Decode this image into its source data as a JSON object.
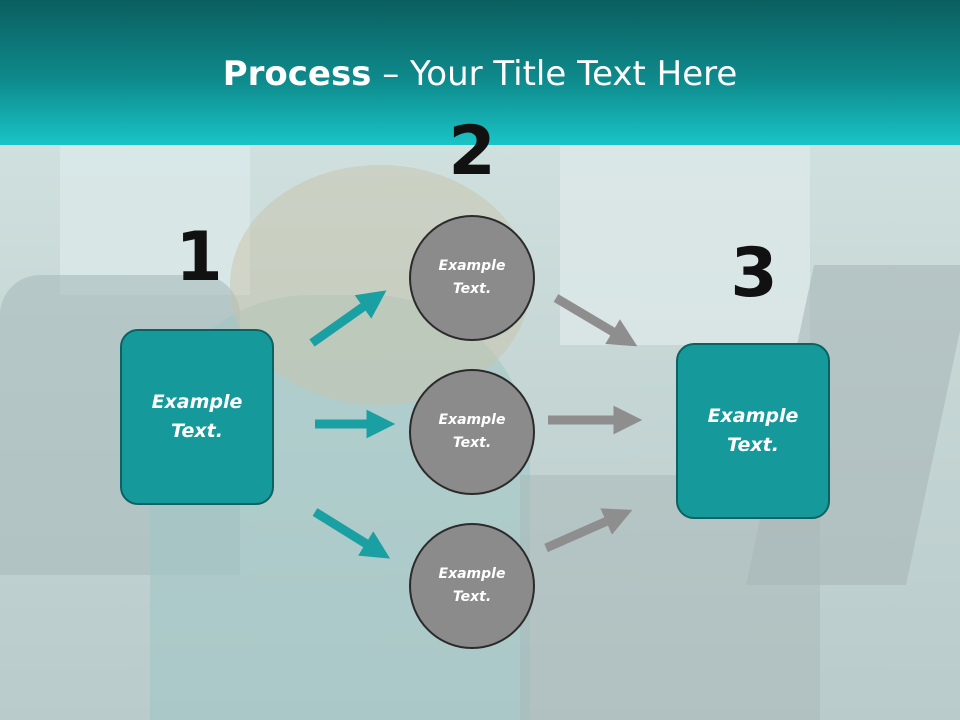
{
  "header": {
    "title_bold": "Process",
    "title_rest": " – Your Title Text Here"
  },
  "colors": {
    "accent_teal": "#16999a",
    "circle_gray": "#8b8b8b",
    "arrow_teal": "#1aa0a2",
    "arrow_gray": "#8e8e8e"
  },
  "steps": {
    "step1_number": "1",
    "step2_number": "2",
    "step3_number": "3"
  },
  "box_left": {
    "text": "Example Text."
  },
  "box_right": {
    "text": "Example Text."
  },
  "circles": [
    {
      "text": "Example Text."
    },
    {
      "text": "Example Text."
    },
    {
      "text": "Example Text."
    }
  ]
}
